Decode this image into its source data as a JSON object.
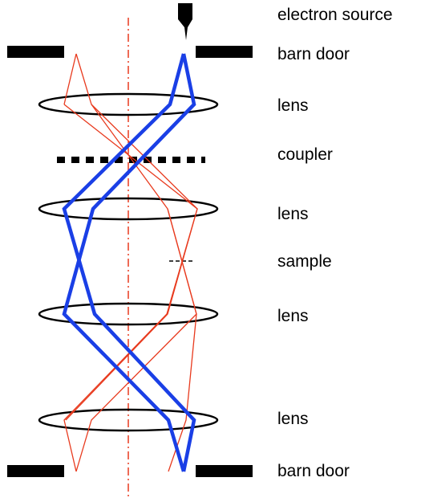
{
  "labels": {
    "electron_source": "electron source",
    "barn_door_top": "barn door",
    "lens_1": "lens",
    "coupler": "coupler",
    "lens_2": "lens",
    "sample": "sample",
    "lens_3": "lens",
    "lens_4": "lens",
    "barn_door_bottom": "barn door"
  },
  "colors": {
    "beam_primary": "#1a3fe6",
    "beam_secondary": "#e83a1e",
    "optical_axis": "#e83a1e",
    "components": "#000000"
  }
}
